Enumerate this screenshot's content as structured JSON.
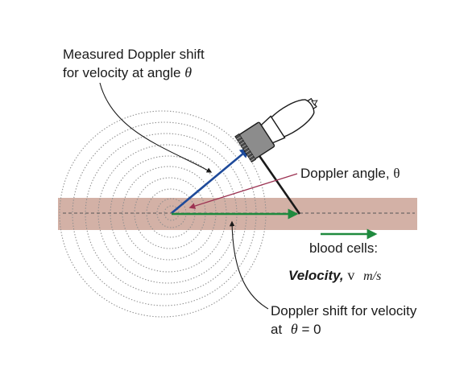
{
  "labels": {
    "measured_line1": "Measured Doppler shift",
    "measured_line2_text": "for velocity at angle",
    "measured_line2_symbol": "θ",
    "doppler_angle_text": "Doppler angle,",
    "doppler_angle_symbol": "θ",
    "blood_cells": "blood cells:",
    "velocity_word": "Velocity,",
    "velocity_symbol": "v",
    "velocity_unit": "m/s",
    "shift_zero_line1": "Doppler shift for velocity",
    "shift_zero_line2_prefix": "at",
    "shift_zero_line2_symbol": "θ",
    "shift_zero_line2_suffix": "= 0"
  },
  "colors": {
    "vessel_band": "#d3b1a6",
    "beam_vector": "#1e4a9a",
    "flow_vector": "#1f8a3e",
    "angle_pointer": "#9c3252",
    "wavefront_rings": "#8f8f8f",
    "transducer_head": "#8c8c8c",
    "transducer_body": "#ffffff",
    "outline": "#1a1a1a"
  },
  "icons": {
    "transducer": "ultrasound-probe-icon"
  }
}
